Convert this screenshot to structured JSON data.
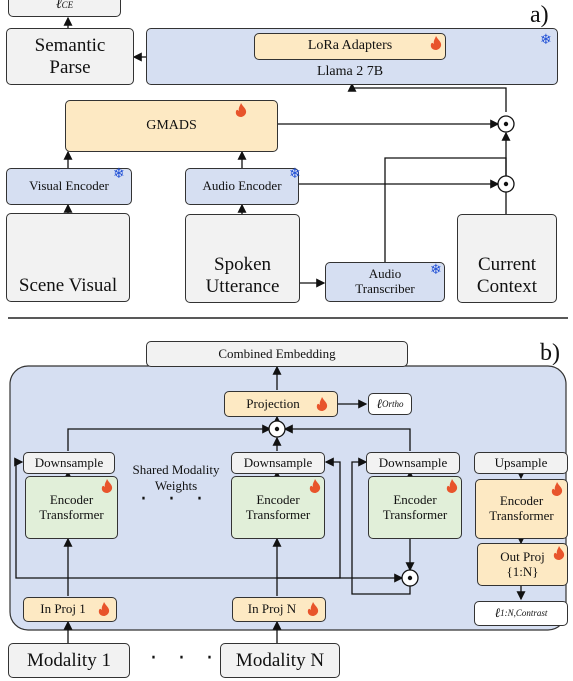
{
  "panel_a": {
    "label": "a)",
    "loss_ce": "ℓ",
    "loss_ce_sub": "CE",
    "semantic_parse": [
      "Semantic",
      "Parse"
    ],
    "lora": "LoRa Adapters",
    "llama": "Llama 2 7B",
    "gmads": "GMADS",
    "visual_encoder": "Visual Encoder",
    "audio_encoder": "Audio Encoder",
    "scene_visual": "Scene Visual",
    "spoken_utterance": [
      "Spoken",
      "Utterance"
    ],
    "audio_transcriber": [
      "Audio",
      "Transcriber"
    ],
    "current_context": [
      "Current",
      "Context"
    ]
  },
  "panel_b": {
    "label": "b)",
    "combined_embedding": "Combined Embedding",
    "projection": "Projection",
    "loss_ortho": "ℓ",
    "loss_ortho_sub": "Ortho",
    "downsample": "Downsample",
    "upsample": "Upsample",
    "encoder_transformer": [
      "Encoder",
      "Transformer"
    ],
    "shared_weights": [
      "Shared Modality",
      "Weights"
    ],
    "in_proj_1": "In Proj 1",
    "in_proj_n": "In Proj N",
    "out_proj": [
      "Out Proj",
      "{1:N}"
    ],
    "loss_contrast": "ℓ",
    "loss_contrast_sub": "1:N,Contrast",
    "modality_1": "Modality 1",
    "modality_n": "Modality N",
    "ellipsis": "·   ·   ·"
  },
  "icons": {
    "trainable": "flame-icon",
    "frozen": "snowflake-icon",
    "combine": "circle-dot-icon",
    "database": "database-icon",
    "waveform": "waveform-icon"
  },
  "colors": {
    "blue_fill": "#d6dff2",
    "yellow_fill": "#fde9c3",
    "green_fill": "#e1efd9",
    "gray_fill": "#f2f2f2",
    "flame": "#e8542b",
    "snowflake": "#1f4fd6"
  }
}
